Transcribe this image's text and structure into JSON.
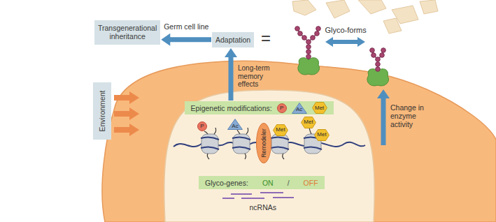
{
  "diagram": {
    "nodes": [
      {
        "text": [
          "Transgenerational inheritance"
        ]
      },
      {
        "text": [
          "Adaptation"
        ]
      },
      {
        "text": [
          "Environment"
        ]
      },
      {
        "text": [
          "Epigenetic modifications:"
        ]
      },
      {
        "text": [
          "P"
        ],
        "in": 3
      },
      {
        "text": [
          "Ac"
        ],
        "in": 3
      },
      {
        "text": [
          "Met"
        ],
        "in": 3
      },
      {
        "text": [
          "P"
        ]
      },
      {
        "text": [
          "Ac"
        ]
      },
      {
        "text": [
          "Remodeler"
        ]
      },
      {
        "text": [
          "Met"
        ]
      },
      {
        "text": [
          "Met"
        ]
      },
      {
        "text": [
          "Met"
        ]
      },
      {
        "text": [
          "Glyco-genes:",
          "ON",
          "/",
          "OFF"
        ]
      }
    ],
    "edges": [
      {
        "from": 1,
        "to": 0,
        "arrow": "to",
        "label": "Germ cell line"
      },
      {
        "from": 3,
        "to": 1,
        "arrow": "to",
        "label": "Long-term memory effects"
      }
    ],
    "labels": [
      "=",
      "Glyco-forms",
      "Change in enzyme activity",
      "ncRNAs"
    ]
  }
}
